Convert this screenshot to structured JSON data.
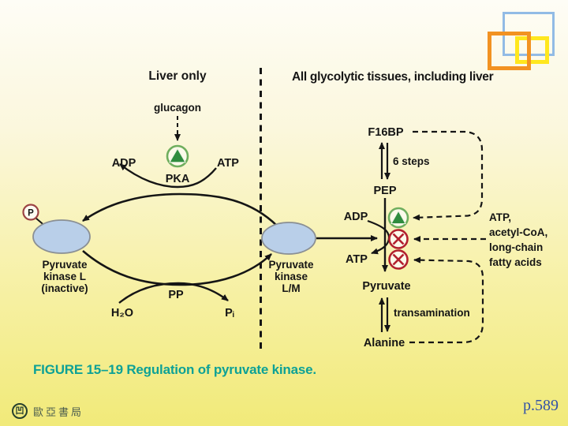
{
  "slide": {
    "caption": "FIGURE 15–19 Regulation of pyruvate kinase.",
    "page_number": "p.589",
    "publisher_name": "歐亞書局",
    "publisher_logo_glyph": "凹"
  },
  "colors": {
    "pka_blue": "#2277cc",
    "pp_blue": "#3f9fdf",
    "caption_teal": "#0da196",
    "page_number_blue": "#3252a8",
    "activator_green": "#2f8c3e",
    "inhibitor_red": "#b2212e",
    "enzyme_fill_blue": "#b9cfe9",
    "deco_square_blue": "#92bbe5",
    "deco_square_orange": "#f29222",
    "deco_square_yellow": "#ffe71e"
  },
  "diagram": {
    "header_left": "Liver only",
    "header_right": "All glycolytic tissues, including liver",
    "left_panel": {
      "glucagon": "glucagon",
      "adp": "ADP",
      "atp": "ATP",
      "pka": "PKA",
      "pp": "PP",
      "h2o": "H₂O",
      "pi": "Pᵢ",
      "phospho_tag": "P",
      "enzyme_inactive_lines": [
        "Pyruvate",
        "kinase L",
        "(inactive)"
      ]
    },
    "right_panel": {
      "enzyme_active_lines": [
        "Pyruvate",
        "kinase",
        "L/M"
      ],
      "f16bp": "F16BP",
      "six_steps": "6 steps",
      "pep": "PEP",
      "adp": "ADP",
      "atp": "ATP",
      "pyruvate": "Pyruvate",
      "transamination": "transamination",
      "alanine": "Alanine",
      "effectors": [
        "ATP,",
        "acetyl-CoA,",
        "long-chain",
        "fatty acids"
      ]
    }
  }
}
